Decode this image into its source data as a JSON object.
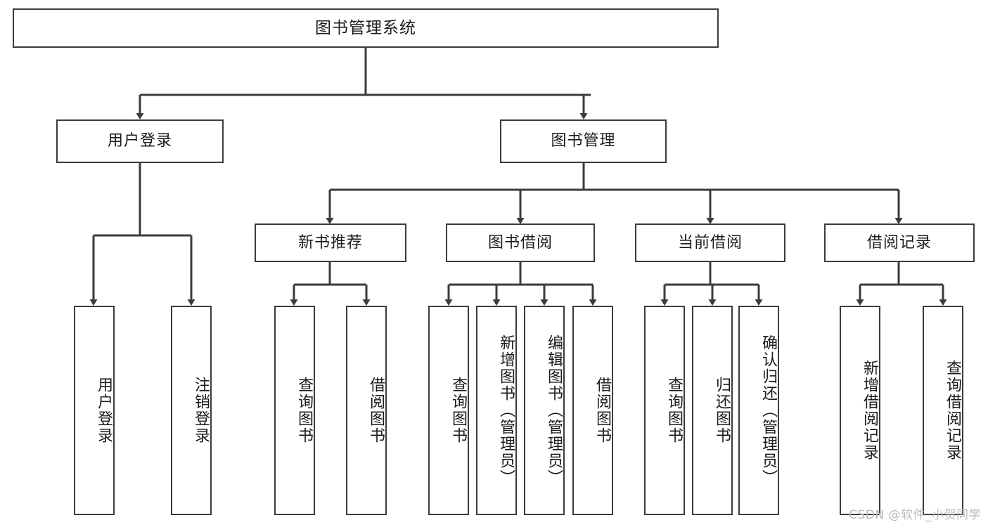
{
  "diagram": {
    "title": "图书管理系统",
    "type": "tree-hierarchy",
    "root": {
      "label": "图书管理系统"
    },
    "level2": [
      {
        "label": "用户登录"
      },
      {
        "label": "图书管理"
      }
    ],
    "level3": [
      {
        "label": "新书推荐"
      },
      {
        "label": "图书借阅"
      },
      {
        "label": "当前借阅"
      },
      {
        "label": "借阅记录"
      }
    ],
    "leaves_user_login": [
      {
        "label": "用户登录"
      },
      {
        "label": "注销登录"
      }
    ],
    "leaves_new_book": [
      {
        "label": "查询图书"
      },
      {
        "label": "借阅图书"
      }
    ],
    "leaves_borrow": [
      {
        "label": "查询图书"
      },
      {
        "label": "新增图书（管理员）"
      },
      {
        "label": "编辑图书（管理员）"
      },
      {
        "label": "借阅图书"
      }
    ],
    "leaves_current": [
      {
        "label": "查询图书"
      },
      {
        "label": "归还图书"
      },
      {
        "label": "确认归还（管理员）"
      }
    ],
    "leaves_record": [
      {
        "label": "新增借阅记录"
      },
      {
        "label": "查询借阅记录"
      }
    ]
  },
  "watermark": {
    "text": "CSDN @软件_小贺同学"
  },
  "colors": {
    "stroke": "#3b3b3b",
    "box_fill": "#ffffff",
    "text": "#1b1b1b",
    "watermark": "#b9b9b9",
    "background": "#ffffff"
  }
}
